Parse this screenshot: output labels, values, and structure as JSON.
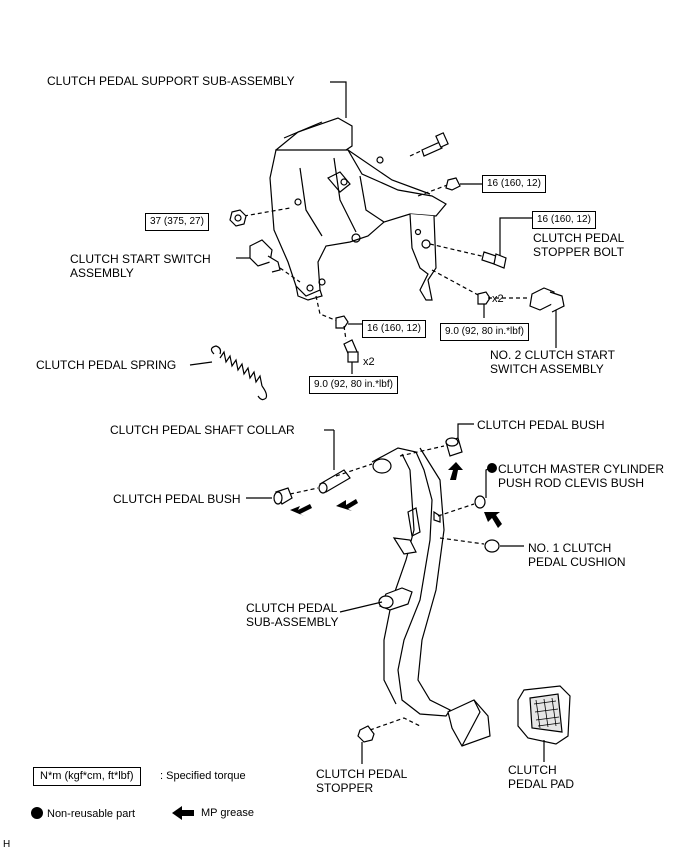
{
  "labels": {
    "support": "CLUTCH PEDAL SUPPORT SUB-ASSEMBLY",
    "start_switch_1": "CLUTCH START SWITCH",
    "start_switch_2": "ASSEMBLY",
    "pedal_spring": "CLUTCH PEDAL SPRING",
    "stopper_bolt_1": "CLUTCH PEDAL",
    "stopper_bolt_2": "STOPPER BOLT",
    "no2_switch_1": "NO. 2 CLUTCH START",
    "no2_switch_2": "SWITCH ASSEMBLY",
    "shaft_collar": "CLUTCH PEDAL SHAFT COLLAR",
    "bush_right": "CLUTCH PEDAL BUSH",
    "bush_left": "CLUTCH PEDAL BUSH",
    "clevis_bush_1": "CLUTCH MASTER CYLINDER",
    "clevis_bush_2": "PUSH ROD CLEVIS BUSH",
    "cushion_1": "NO. 1 CLUTCH",
    "cushion_2": "PEDAL CUSHION",
    "pedal_sub_1": "CLUTCH PEDAL",
    "pedal_sub_2": "SUB-ASSEMBLY",
    "stopper_1": "CLUTCH PEDAL",
    "stopper_2": "STOPPER",
    "pad_1": "CLUTCH",
    "pad_2": "PEDAL PAD"
  },
  "torques": {
    "t1": "16 (160, 12)",
    "t2": "16 (160, 12)",
    "t3": "37 (375, 27)",
    "t4": "9.0 (92, 80 in.*lbf)",
    "t5": "16 (160, 12)",
    "t6": "9.0 (92, 80 in.*lbf)"
  },
  "multipliers": {
    "m1": "x2",
    "m2": "x2"
  },
  "legend": {
    "torque_units": "N*m (kgf*cm, ft*lbf)",
    "torque_text": ": Specified torque",
    "nonreusable": "Non-reusable part",
    "grease": "MP grease"
  },
  "corner_mark": "H"
}
